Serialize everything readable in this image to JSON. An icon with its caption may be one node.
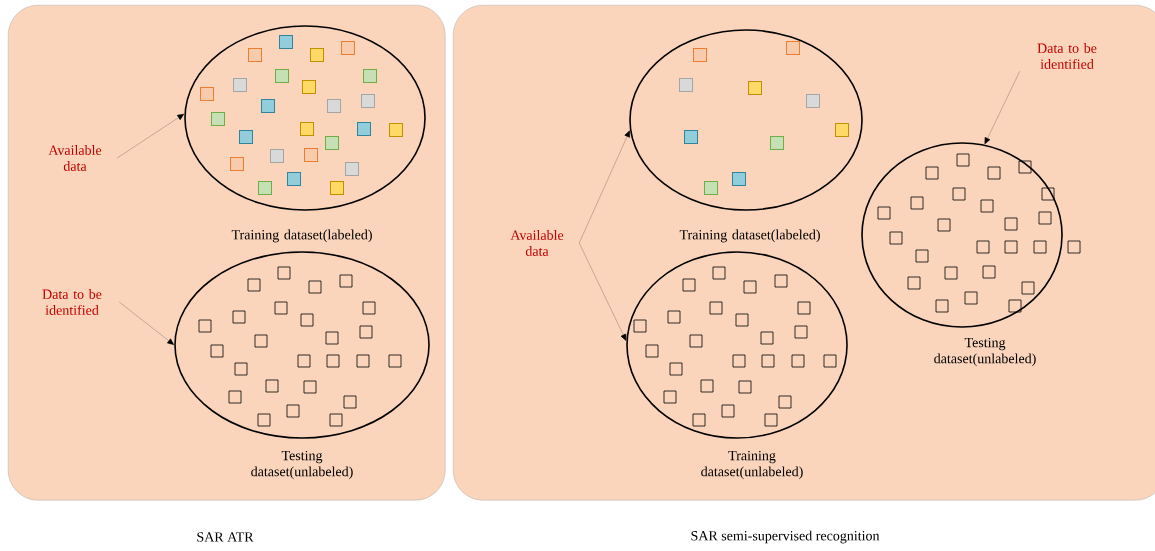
{
  "diagram": {
    "nodes": [
      {
        "text": [
          "SAR ATR"
        ]
      },
      {
        "text": [
          "Training dataset(labeled)"
        ],
        "in": 0
      },
      {
        "text": [
          "Testing dataset(unlabeled)"
        ],
        "in": 0
      },
      {
        "text": [
          "Available data"
        ],
        "in": 0
      },
      {
        "text": [
          "Data to be identified"
        ],
        "in": 0
      },
      {
        "text": [
          "SAR semi-supervised recognition"
        ]
      },
      {
        "text": [
          "Training dataset(labeled)"
        ],
        "in": 5
      },
      {
        "text": [
          "Training dataset(unlabeled)"
        ],
        "in": 5
      },
      {
        "text": [
          "Testing dataset(unlabeled)"
        ],
        "in": 5
      },
      {
        "text": [
          "Available data"
        ],
        "in": 5
      },
      {
        "text": [
          "Data to be identified"
        ],
        "in": 5
      }
    ],
    "edges": [
      {
        "from": 3,
        "to": 1,
        "arrow": "to"
      },
      {
        "from": 4,
        "to": 2,
        "arrow": "to"
      },
      {
        "from": 9,
        "to": 6,
        "arrow": "to"
      },
      {
        "from": 9,
        "to": 7,
        "arrow": "to"
      },
      {
        "from": 10,
        "to": 8,
        "arrow": "to"
      }
    ]
  }
}
